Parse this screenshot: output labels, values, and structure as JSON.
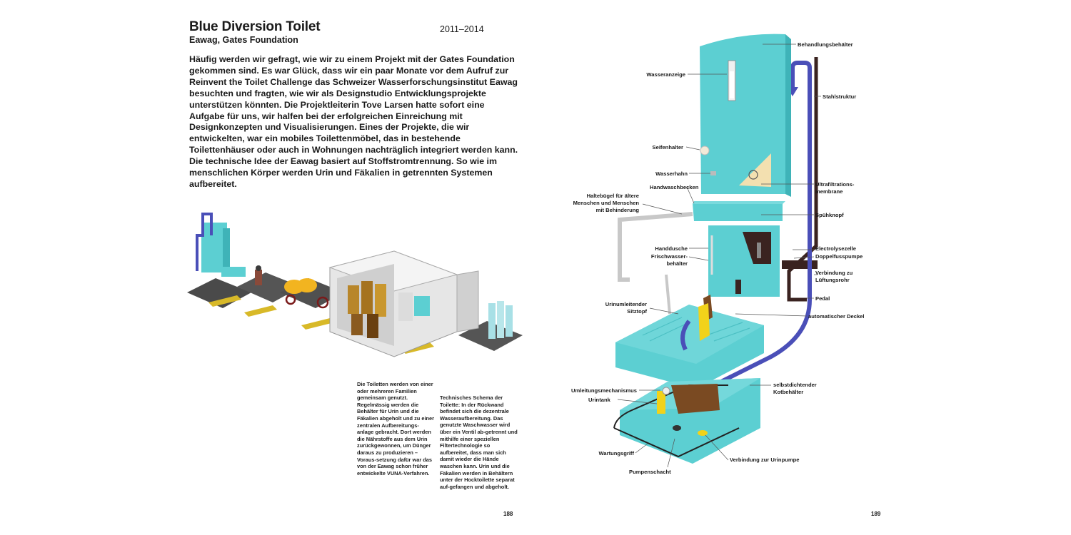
{
  "spread": {
    "left": {
      "title": "Blue Diversion Toilet",
      "subtitle": "Eawag, Gates Foundation",
      "years": "2011–2014",
      "intro": "Häufig werden wir gefragt, wie wir zu einem Projekt mit der Gates Foundation gekommen sind. Es war Glück, dass wir ein paar Monate vor dem Aufruf zur Reinvent the Toilet Challenge das Schweizer Wasserforschungsinstitut Eawag besuchten und fragten, wie wir als Designstudio Entwicklungsprojekte unterstützen könnten. Die Projektleiterin Tove Larsen hatte sofort eine Aufgabe für uns, wir halfen bei der erfolgreichen Einreichung mit Designkonzepten und Visualisierungen. Eines der Projekte, die wir entwickelten, war ein mobiles Toilettenmöbel, das in bestehende Toilettenhäuser oder auch in Wohnungen nachträglich integriert werden kann. Die technische Idee der Eawag basiert auf Stoffstromtrennung. So wie im menschlichen Körper werden Urin und Fäkalien in getrennten Systemen aufbereitet.",
      "caption_1": "Die Toiletten werden von einer oder mehreren Familien gemeinsam genutzt. Regelmässig werden die Behälter für Urin und die Fäkalien abgeholt und zu einer zentralen Aufbereitungs-anlage gebracht. Dort werden die Nährstoffe aus dem Urin zurückgewonnen, um Dünger daraus zu produzieren – Voraus-setzung dafür war das von der Eawag schon früher entwickelte VUNA-Verfahren.",
      "caption_2": "Technisches Schema der Toilette: In der Rückwand befindet sich die dezentrale Wasseraufbereitung. Das genutzte Waschwasser wird über ein Ventil ab-getrennt und mithilfe einer speziellen Filtertechnologie so aufbereitet, dass man sich damit wieder die Hände waschen kann. Urin und die Fäkalien werden in Behältern unter der Hocktoilette separat auf-gefangen und abgeholt.",
      "page_number": "188"
    },
    "right": {
      "page_number": "189",
      "labels": {
        "behandlungsbehaelter": "Behandlungsbehälter",
        "wasseranzeige": "Wasseranzeige",
        "stahlstruktur": "Stahlstruktur",
        "seifenhalter": "Seifenhalter",
        "wasserhahn": "Wasserhahn",
        "ultrafiltration_1": "Ultrafiltrations-",
        "ultrafiltration_2": "membrane",
        "handwaschbecken": "Handwaschbecken",
        "haltebuegel_1": "Haltebügel für ältere",
        "haltebuegel_2": "Menschen und Menschen",
        "haltebuegel_3": "mit Behinderung",
        "spuehknopf": "Spühknopf",
        "handdusche": "Handdusche",
        "frischwasser_1": "Frischwasser-",
        "frischwasser_2": "behälter",
        "electrolysezelle": "Electrolysezelle",
        "doppelfusspumpe": "Doppelfusspumpe",
        "lueftung_1": "Verbindung zu",
        "lueftung_2": "Lüftungsrohr",
        "pedal": "Pedal",
        "sitztopf_1": "Urinumleitender",
        "sitztopf_2": "Sitztopf",
        "deckel": "automatischer Deckel",
        "umleitung": "Umleitungsmechanismus",
        "urintank": "Urintank",
        "kotbehaelter_1": "selbstdichtender",
        "kotbehaelter_2": "Kotbehälter",
        "wartungsgriff": "Wartungsgriff",
        "urinpumpe": "Verbindung zur Urinpumpe",
        "pumpenschacht": "Pumpenschacht"
      }
    }
  },
  "colors": {
    "turquoise": "#5ccfd2",
    "turquoise_dark": "#3fb3b8",
    "blue_pipe": "#4a4fb8",
    "steel": "#3a2320",
    "yellow": "#f2d21a",
    "filter": "#f3e0b0",
    "container": "#d8d8d8"
  }
}
